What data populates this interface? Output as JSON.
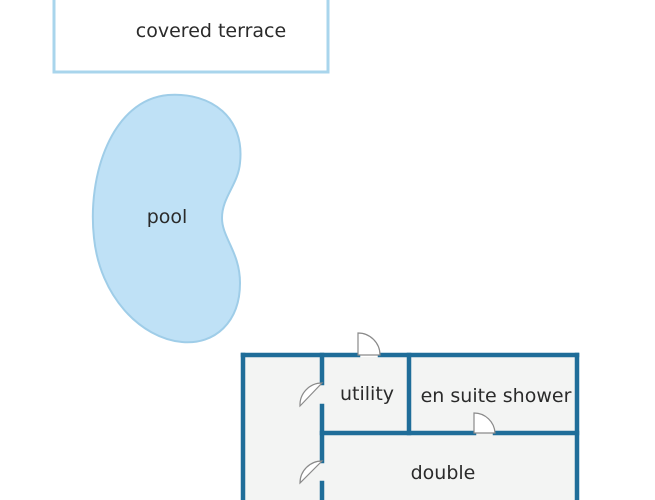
{
  "colors": {
    "wall": "#1f6d99",
    "terrace_border": "#a9d5ec",
    "pool_fill": "#bfe1f6",
    "pool_stroke": "#9fcde8",
    "floor": "#f3f4f3",
    "door": "#8a8a8a",
    "label_text": "#2a2a2a",
    "background": "#ffffff"
  },
  "rooms": {
    "terrace": {
      "label": "covered terrace"
    },
    "pool": {
      "label": "pool"
    },
    "utility": {
      "label": "utility"
    },
    "en_suite": {
      "label": "en suite shower"
    },
    "double": {
      "label": "double"
    }
  }
}
